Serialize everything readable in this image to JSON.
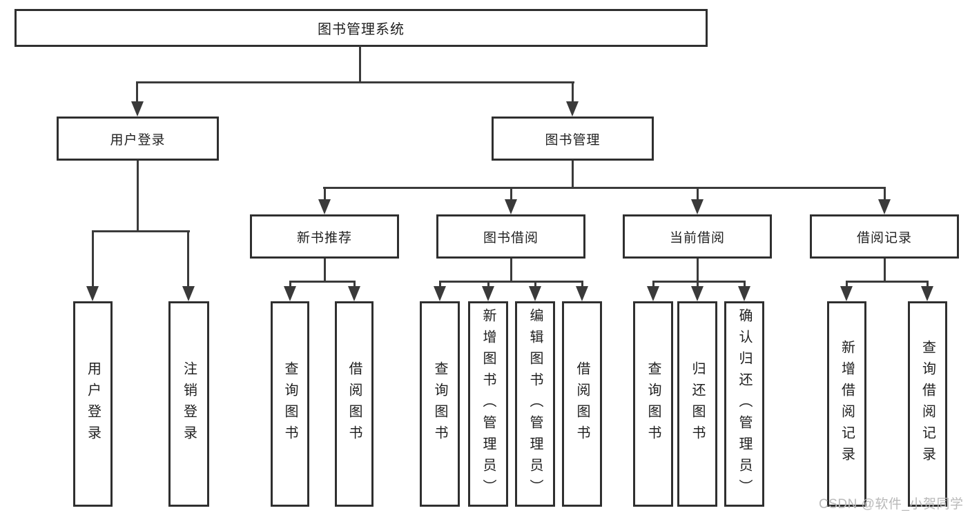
{
  "tree": {
    "root": "图书管理系统",
    "branches": [
      {
        "label": "用户登录",
        "children": [
          "用户登录",
          "注销登录"
        ]
      },
      {
        "label": "图书管理",
        "modules": [
          {
            "label": "新书推荐",
            "children": [
              "查询图书",
              "借阅图书"
            ]
          },
          {
            "label": "图书借阅",
            "children": [
              "查询图书",
              "新增图书（管理员）",
              "编辑图书（管理员）",
              "借阅图书"
            ]
          },
          {
            "label": "当前借阅",
            "children": [
              "查询图书",
              "归还图书",
              "确认归还（管理员）"
            ]
          },
          {
            "label": "借阅记录",
            "children": [
              "新增借阅记录",
              "查询借阅记录"
            ]
          }
        ]
      }
    ]
  },
  "watermark": "CSDN @软件_小贺同学",
  "colors": {
    "line": "#3a3a3a",
    "box_border": "#2f2f2f",
    "text": "#1f1f1f",
    "watermark": "#b9b9b9",
    "background": "#ffffff"
  }
}
